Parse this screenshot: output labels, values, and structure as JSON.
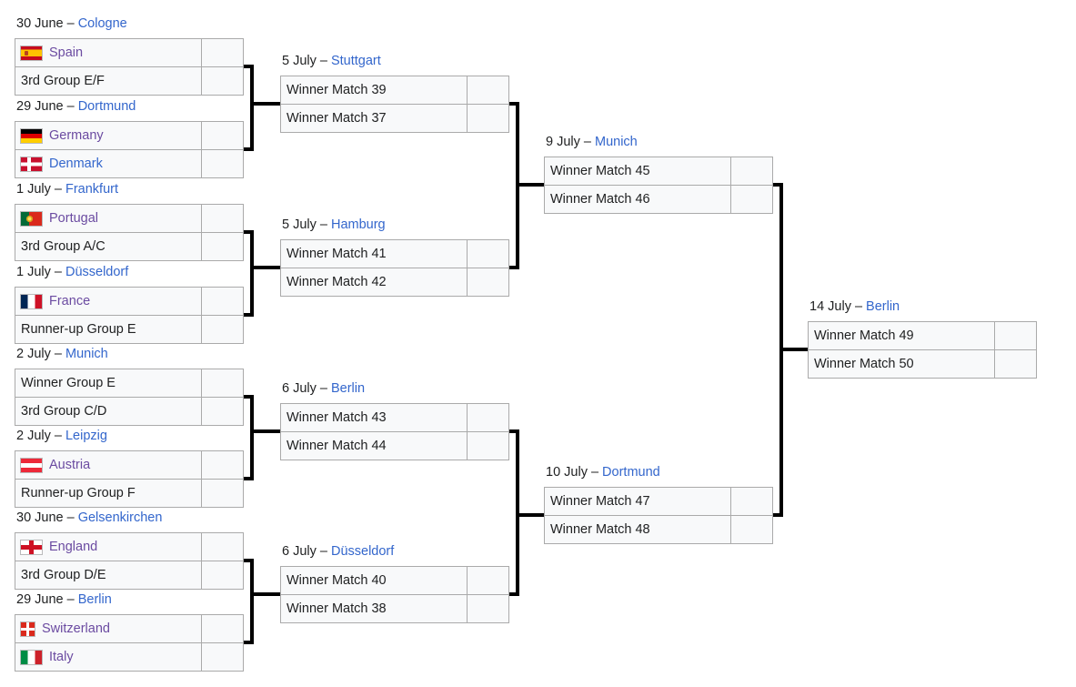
{
  "colors": {
    "link_blue": "#3366cc",
    "visited_purple": "#6b4ba1",
    "box_background": "#f8f9fa",
    "box_border": "#aaaaaa",
    "connector_black": "#000000"
  },
  "bracket": {
    "rounds": [
      {
        "matches": [
          {
            "date": "30 June –",
            "city": "Cologne",
            "slots": [
              {
                "label": "Spain",
                "flag": "flag-spain",
                "link_style": "visited"
              },
              {
                "label": "3rd Group E/F",
                "flag": null,
                "link_style": "plain"
              }
            ],
            "scores": [
              "",
              ""
            ]
          },
          {
            "date": "29 June –",
            "city": "Dortmund",
            "slots": [
              {
                "label": "Germany",
                "flag": "flag-germany",
                "link_style": "visited"
              },
              {
                "label": "Denmark",
                "flag": "flag-denmark",
                "link_style": "link"
              }
            ],
            "scores": [
              "",
              ""
            ]
          },
          {
            "date": "1 July –",
            "city": "Frankfurt",
            "slots": [
              {
                "label": "Portugal",
                "flag": "flag-portugal",
                "link_style": "visited"
              },
              {
                "label": "3rd Group A/C",
                "flag": null,
                "link_style": "plain"
              }
            ],
            "scores": [
              "",
              ""
            ]
          },
          {
            "date": "1 July –",
            "city": "Düsseldorf",
            "slots": [
              {
                "label": "France",
                "flag": "flag-france",
                "link_style": "visited"
              },
              {
                "label": "Runner-up Group E",
                "flag": null,
                "link_style": "plain"
              }
            ],
            "scores": [
              "",
              ""
            ]
          },
          {
            "date": "2 July –",
            "city": "Munich",
            "slots": [
              {
                "label": "Winner Group E",
                "flag": null,
                "link_style": "plain"
              },
              {
                "label": "3rd Group C/D",
                "flag": null,
                "link_style": "plain"
              }
            ],
            "scores": [
              "",
              ""
            ]
          },
          {
            "date": "2 July –",
            "city": "Leipzig",
            "slots": [
              {
                "label": "Austria",
                "flag": "flag-austria",
                "link_style": "visited"
              },
              {
                "label": "Runner-up Group F",
                "flag": null,
                "link_style": "plain"
              }
            ],
            "scores": [
              "",
              ""
            ]
          },
          {
            "date": "30 June –",
            "city": "Gelsenkirchen",
            "slots": [
              {
                "label": "England",
                "flag": "flag-england",
                "link_style": "visited"
              },
              {
                "label": "3rd Group D/E",
                "flag": null,
                "link_style": "plain"
              }
            ],
            "scores": [
              "",
              ""
            ]
          },
          {
            "date": "29 June –",
            "city": "Berlin",
            "slots": [
              {
                "label": "Switzerland",
                "flag": "flag-switzerland",
                "link_style": "visited"
              },
              {
                "label": "Italy",
                "flag": "flag-italy",
                "link_style": "visited"
              }
            ],
            "scores": [
              "",
              ""
            ]
          }
        ]
      },
      {
        "matches": [
          {
            "date": "5 July –",
            "city": "Stuttgart",
            "slots": [
              {
                "label": "Winner Match 39",
                "flag": null,
                "link_style": "plain"
              },
              {
                "label": "Winner Match 37",
                "flag": null,
                "link_style": "plain"
              }
            ],
            "scores": [
              "",
              ""
            ]
          },
          {
            "date": "5 July –",
            "city": "Hamburg",
            "slots": [
              {
                "label": "Winner Match 41",
                "flag": null,
                "link_style": "plain"
              },
              {
                "label": "Winner Match 42",
                "flag": null,
                "link_style": "plain"
              }
            ],
            "scores": [
              "",
              ""
            ]
          },
          {
            "date": "6 July –",
            "city": "Berlin",
            "slots": [
              {
                "label": "Winner Match 43",
                "flag": null,
                "link_style": "plain"
              },
              {
                "label": "Winner Match 44",
                "flag": null,
                "link_style": "plain"
              }
            ],
            "scores": [
              "",
              ""
            ]
          },
          {
            "date": "6 July –",
            "city": "Düsseldorf",
            "slots": [
              {
                "label": "Winner Match 40",
                "flag": null,
                "link_style": "plain"
              },
              {
                "label": "Winner Match 38",
                "flag": null,
                "link_style": "plain"
              }
            ],
            "scores": [
              "",
              ""
            ]
          }
        ]
      },
      {
        "matches": [
          {
            "date": "9 July –",
            "city": "Munich",
            "slots": [
              {
                "label": "Winner Match 45",
                "flag": null,
                "link_style": "plain"
              },
              {
                "label": "Winner Match 46",
                "flag": null,
                "link_style": "plain"
              }
            ],
            "scores": [
              "",
              ""
            ]
          },
          {
            "date": "10 July –",
            "city": "Dortmund",
            "slots": [
              {
                "label": "Winner Match 47",
                "flag": null,
                "link_style": "plain"
              },
              {
                "label": "Winner Match 48",
                "flag": null,
                "link_style": "plain"
              }
            ],
            "scores": [
              "",
              ""
            ]
          }
        ]
      },
      {
        "matches": [
          {
            "date": "14 July –",
            "city": "Berlin",
            "slots": [
              {
                "label": "Winner Match 49",
                "flag": null,
                "link_style": "plain"
              },
              {
                "label": "Winner Match 50",
                "flag": null,
                "link_style": "plain"
              }
            ],
            "scores": [
              "",
              ""
            ]
          }
        ]
      }
    ]
  }
}
